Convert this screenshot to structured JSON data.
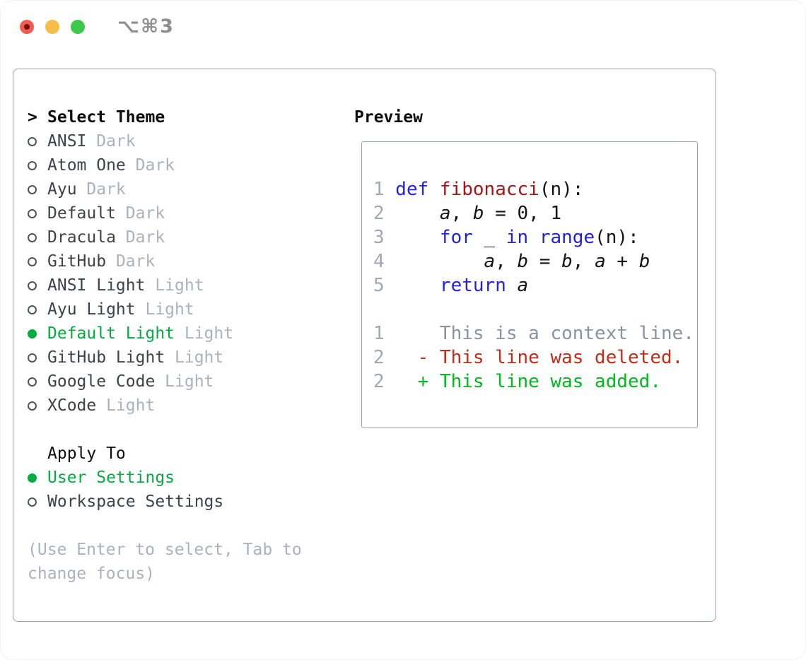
{
  "titlebar": {
    "title": "⌥⌘3"
  },
  "theme_panel": {
    "prompt": ">",
    "heading": "Select Theme",
    "themes": [
      {
        "name": "ANSI",
        "tag": "Dark",
        "selected": false
      },
      {
        "name": "Atom One",
        "tag": "Dark",
        "selected": false
      },
      {
        "name": "Ayu",
        "tag": "Dark",
        "selected": false
      },
      {
        "name": "Default",
        "tag": "Dark",
        "selected": false
      },
      {
        "name": "Dracula",
        "tag": "Dark",
        "selected": false
      },
      {
        "name": "GitHub",
        "tag": "Dark",
        "selected": false
      },
      {
        "name": "ANSI Light",
        "tag": "Light",
        "selected": false
      },
      {
        "name": "Ayu Light",
        "tag": "Light",
        "selected": false
      },
      {
        "name": "Default Light",
        "tag": "Light",
        "selected": true
      },
      {
        "name": "GitHub Light",
        "tag": "Light",
        "selected": false
      },
      {
        "name": "Google Code",
        "tag": "Light",
        "selected": false
      },
      {
        "name": "XCode",
        "tag": "Light",
        "selected": false
      }
    ],
    "apply_heading": "Apply To",
    "apply_options": [
      {
        "label": "User Settings",
        "selected": true
      },
      {
        "label": "Workspace Settings",
        "selected": false
      }
    ],
    "hint": "(Use Enter to select, Tab to change focus)"
  },
  "preview": {
    "heading": "Preview",
    "rows": [
      {
        "num": "1",
        "seg": [
          {
            "t": "k",
            "s": "def"
          },
          {
            "t": "p",
            "s": " "
          },
          {
            "t": "f",
            "s": "fibonacci"
          },
          {
            "t": "p",
            "s": "(n):"
          }
        ]
      },
      {
        "num": "2",
        "seg": [
          {
            "t": "p",
            "s": "    "
          },
          {
            "t": "v",
            "s": "a"
          },
          {
            "t": "p",
            "s": ", "
          },
          {
            "t": "v",
            "s": "b"
          },
          {
            "t": "p",
            "s": " = 0, 1"
          }
        ]
      },
      {
        "num": "3",
        "seg": [
          {
            "t": "p",
            "s": "    "
          },
          {
            "t": "k",
            "s": "for"
          },
          {
            "t": "p",
            "s": " _ "
          },
          {
            "t": "k",
            "s": "in"
          },
          {
            "t": "p",
            "s": " "
          },
          {
            "t": "k",
            "s": "range"
          },
          {
            "t": "p",
            "s": "(n):"
          }
        ]
      },
      {
        "num": "4",
        "seg": [
          {
            "t": "p",
            "s": "        "
          },
          {
            "t": "v",
            "s": "a"
          },
          {
            "t": "p",
            "s": ", "
          },
          {
            "t": "v",
            "s": "b"
          },
          {
            "t": "p",
            "s": " = "
          },
          {
            "t": "v",
            "s": "b"
          },
          {
            "t": "p",
            "s": ", "
          },
          {
            "t": "v",
            "s": "a"
          },
          {
            "t": "p",
            "s": " + "
          },
          {
            "t": "v",
            "s": "b"
          }
        ]
      },
      {
        "num": "5",
        "seg": [
          {
            "t": "p",
            "s": "    "
          },
          {
            "t": "k",
            "s": "return"
          },
          {
            "t": "p",
            "s": " "
          },
          {
            "t": "v",
            "s": "a"
          }
        ]
      },
      {
        "blank": true
      },
      {
        "num": "1",
        "seg": [
          {
            "t": "ctx",
            "s": "    This is a context line."
          }
        ]
      },
      {
        "num": "2",
        "seg": [
          {
            "t": "del",
            "s": "  - This line was deleted."
          }
        ]
      },
      {
        "num": "2",
        "seg": [
          {
            "t": "add",
            "s": "  + This line was added."
          }
        ]
      }
    ]
  },
  "colors": {
    "accent_green": "#00ad3e",
    "text_dark": "#3d4349",
    "text_black": "#0d0d0d",
    "muted": "#a9b2bd",
    "border": "#9aa2ac",
    "linenum": "#9fa8b3",
    "code_kw": "#2222e0",
    "code_fn": "#a51616",
    "code_plain": "#141414",
    "diff_ctx": "#8b939e",
    "diff_del": "#c02d1a",
    "diff_add": "#00bb1e",
    "title_gray": "#8e8e8e",
    "tl_red": "#f15b52",
    "tl_red_dot": "#72100b",
    "tl_yellow": "#f8bd45",
    "tl_green": "#3cc84b"
  }
}
